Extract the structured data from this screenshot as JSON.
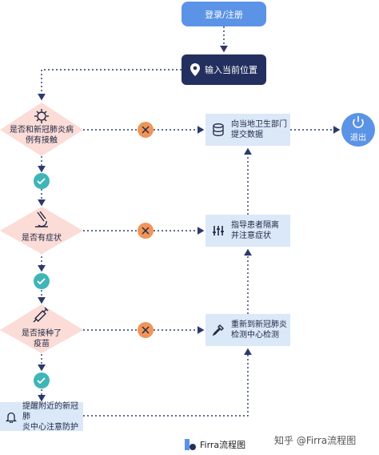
{
  "nodes": {
    "login": "登录/注册",
    "location": "输入当前位置",
    "q1": "是否和新冠肺炎病例有接触",
    "q1_line1": "是否和新冠肺炎病",
    "q1_line2": "例有接触",
    "q2": "是否有症状",
    "q3_line1": "是否接种了",
    "q3_line2": "疫苗",
    "report_line1": "向当地卫生部门",
    "report_line2": "提交数据",
    "isolate_line1": "指导患者隔离",
    "isolate_line2": "并注意症状",
    "retest_line1": "重新到新冠肺炎",
    "retest_line2": "检测中心检测",
    "remind_line1": "提醒附近的新冠肺",
    "remind_line2": "炎中心注意防护",
    "exit": "退出"
  },
  "footer": {
    "brand": "Firra流程图",
    "credit": "知乎 @Firra流程图"
  },
  "colors": {
    "blue": "#5b93e6",
    "navy": "#232f5e",
    "diamond": "#fbdcd6",
    "box": "#dbe8f8",
    "teal": "#3fb5b8",
    "orange": "#f0955a",
    "arrow": "#2c3a6b"
  }
}
